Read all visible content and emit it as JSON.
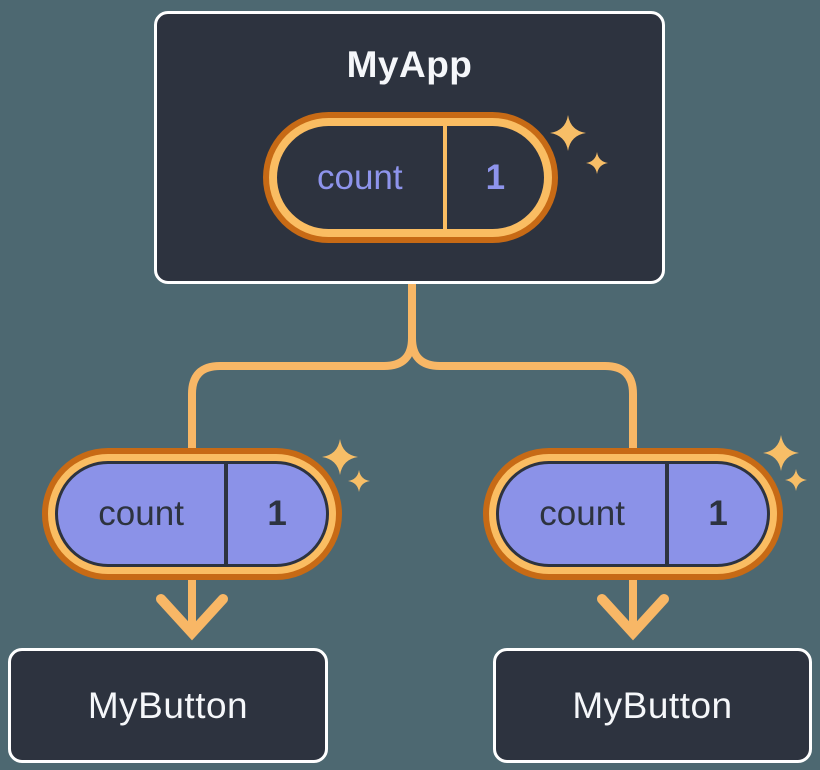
{
  "diagram": {
    "root": {
      "title": "MyApp",
      "state_pill": {
        "name": "count",
        "value": "1"
      }
    },
    "children": [
      {
        "pill": {
          "name": "count",
          "value": "1"
        },
        "title": "MyButton"
      },
      {
        "pill": {
          "name": "count",
          "value": "1"
        },
        "title": "MyButton"
      }
    ]
  },
  "colors": {
    "background": "#4d6871",
    "node_fill": "#2d333f",
    "node_border": "#ffffff",
    "ring_outer": "#c76a15",
    "ring_inner": "#fabd62",
    "connector": "#f8b766",
    "prop_fill": "#8b92e8",
    "state_text": "#8e94ec",
    "dark_text": "#2d333f",
    "light_text": "#f5f7fa",
    "sparkle": "#f7be67"
  }
}
